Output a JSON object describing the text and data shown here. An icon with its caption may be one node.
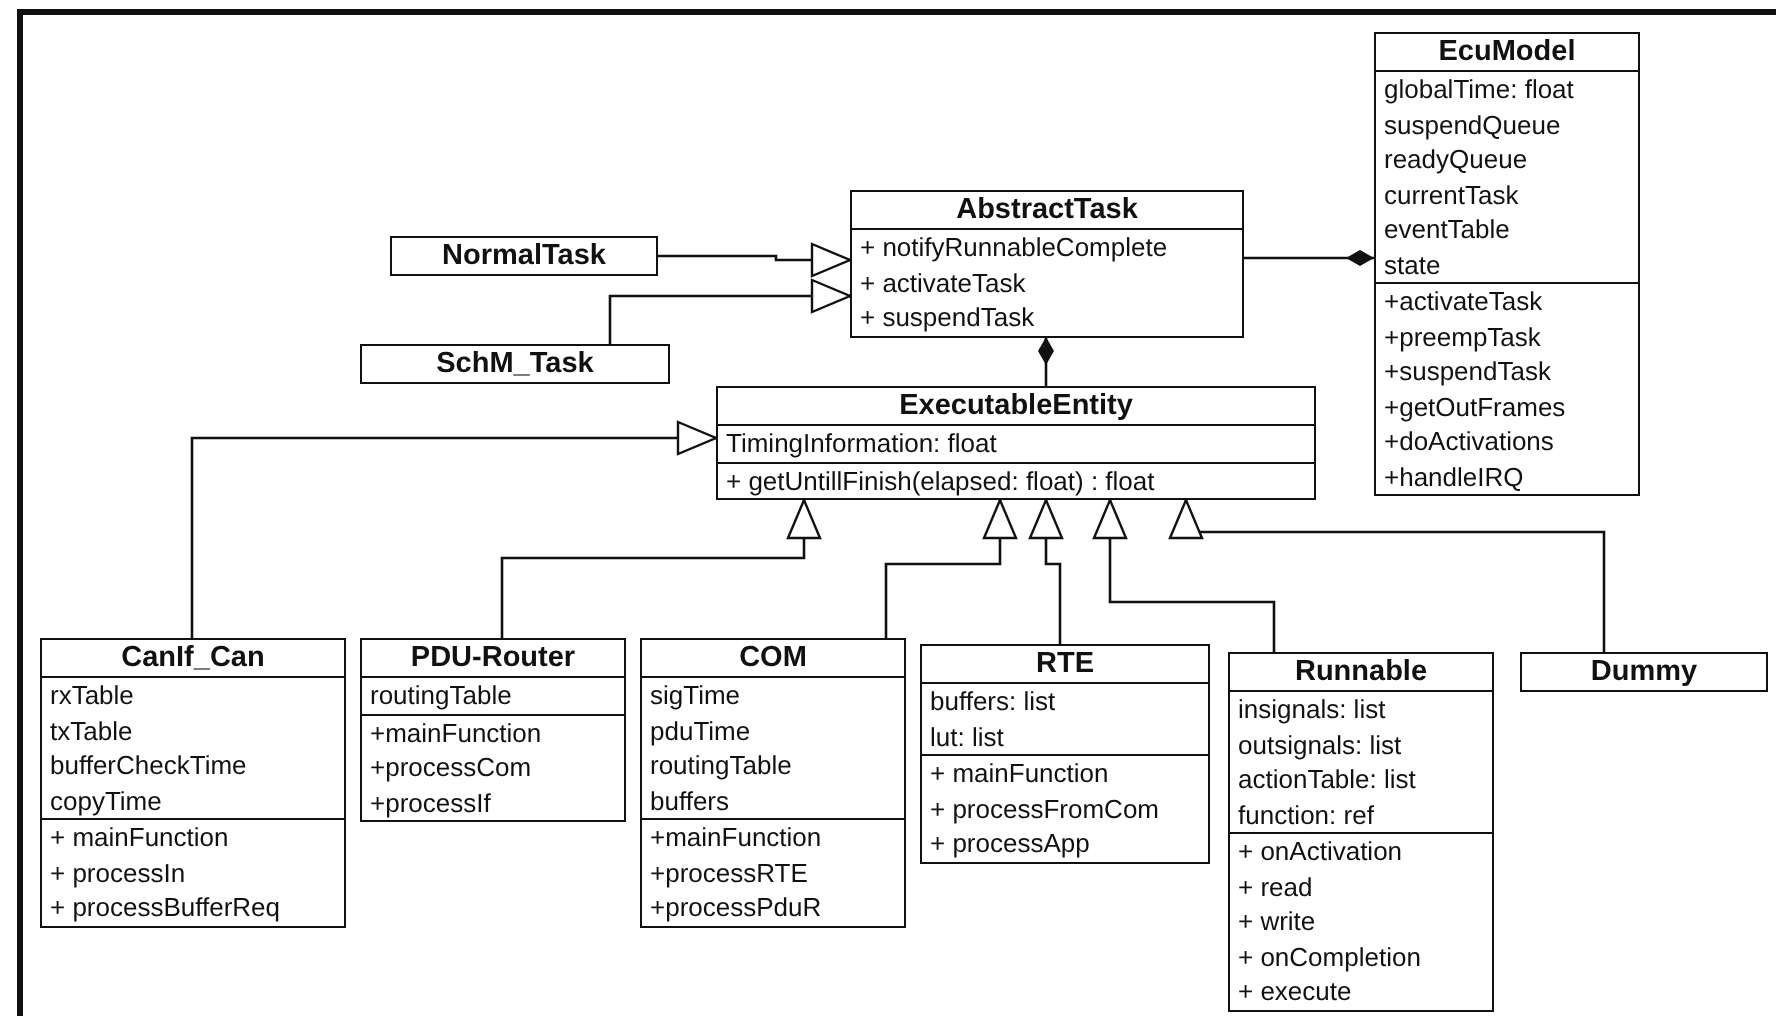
{
  "diagram": {
    "nodes": [
      {
        "text": [
          "EcuModel",
          "globalTime: float",
          "suspendQueue",
          "readyQueue",
          "currentTask",
          "eventTable",
          "state",
          "+activateTask",
          "+preempTask",
          "+suspendTask",
          "+getOutFrames",
          "+doActivations",
          "+handleIRQ"
        ]
      },
      {
        "text": [
          "AbstractTask",
          "+ notifyRunnableComplete",
          "+ activateTask",
          "+ suspendTask"
        ]
      },
      {
        "text": [
          "NormalTask"
        ]
      },
      {
        "text": [
          "SchM_Task"
        ]
      },
      {
        "text": [
          "ExecutableEntity",
          "TimingInformation: float",
          "+ getUntillFinish(elapsed: float) : float"
        ]
      },
      {
        "text": [
          "CanIf_Can",
          "rxTable",
          "txTable",
          "bufferCheckTime",
          "copyTime",
          "+ mainFunction",
          "+ processIn",
          "+ processBufferReq"
        ]
      },
      {
        "text": [
          "PDU-Router",
          "routingTable",
          "+mainFunction",
          "+processCom",
          "+processIf"
        ]
      },
      {
        "text": [
          "COM",
          "sigTime",
          "pduTime",
          "routingTable",
          "buffers",
          "+mainFunction",
          "+processRTE",
          "+processPduR"
        ]
      },
      {
        "text": [
          "RTE",
          "buffers: list",
          "lut: list",
          "+ mainFunction",
          "+ processFromCom",
          "+ processApp"
        ]
      },
      {
        "text": [
          "Runnable",
          "insignals: list",
          "outsignals: list",
          "actionTable: list",
          "function: ref",
          "+ onActivation",
          "+ read",
          "+ write",
          "+ onCompletion",
          "+ execute"
        ]
      },
      {
        "text": [
          "Dummy"
        ]
      }
    ],
    "edges": [
      {
        "from": 2,
        "to": 1,
        "arrow": "to"
      },
      {
        "from": 3,
        "to": 1,
        "arrow": "to"
      },
      {
        "from": 1,
        "to": 0,
        "arrow": "other"
      },
      {
        "from": 4,
        "to": 1,
        "arrow": "other"
      },
      {
        "from": 5,
        "to": 4,
        "arrow": "to"
      },
      {
        "from": 6,
        "to": 4,
        "arrow": "to"
      },
      {
        "from": 7,
        "to": 4,
        "arrow": "to"
      },
      {
        "from": 8,
        "to": 4,
        "arrow": "to"
      },
      {
        "from": 9,
        "to": 4,
        "arrow": "to"
      },
      {
        "from": 10,
        "to": 4,
        "arrow": "to"
      }
    ]
  }
}
